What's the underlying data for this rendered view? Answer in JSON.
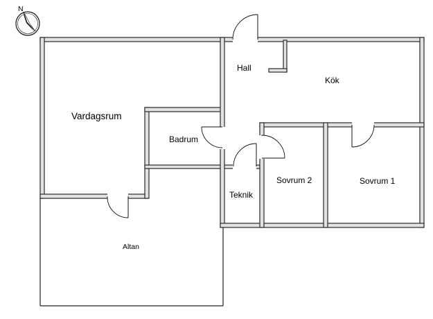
{
  "compass": {
    "icon": "compass-icon",
    "letter": "N"
  },
  "rooms": {
    "vardagsrum": "Vardagsrum",
    "hall": "Hall",
    "kok": "Kök",
    "badrum": "Badrum",
    "sovrum2": "Sovrum 2",
    "sovrum1": "Sovrum 1",
    "teknik": "Teknik",
    "altan": "Altan"
  }
}
